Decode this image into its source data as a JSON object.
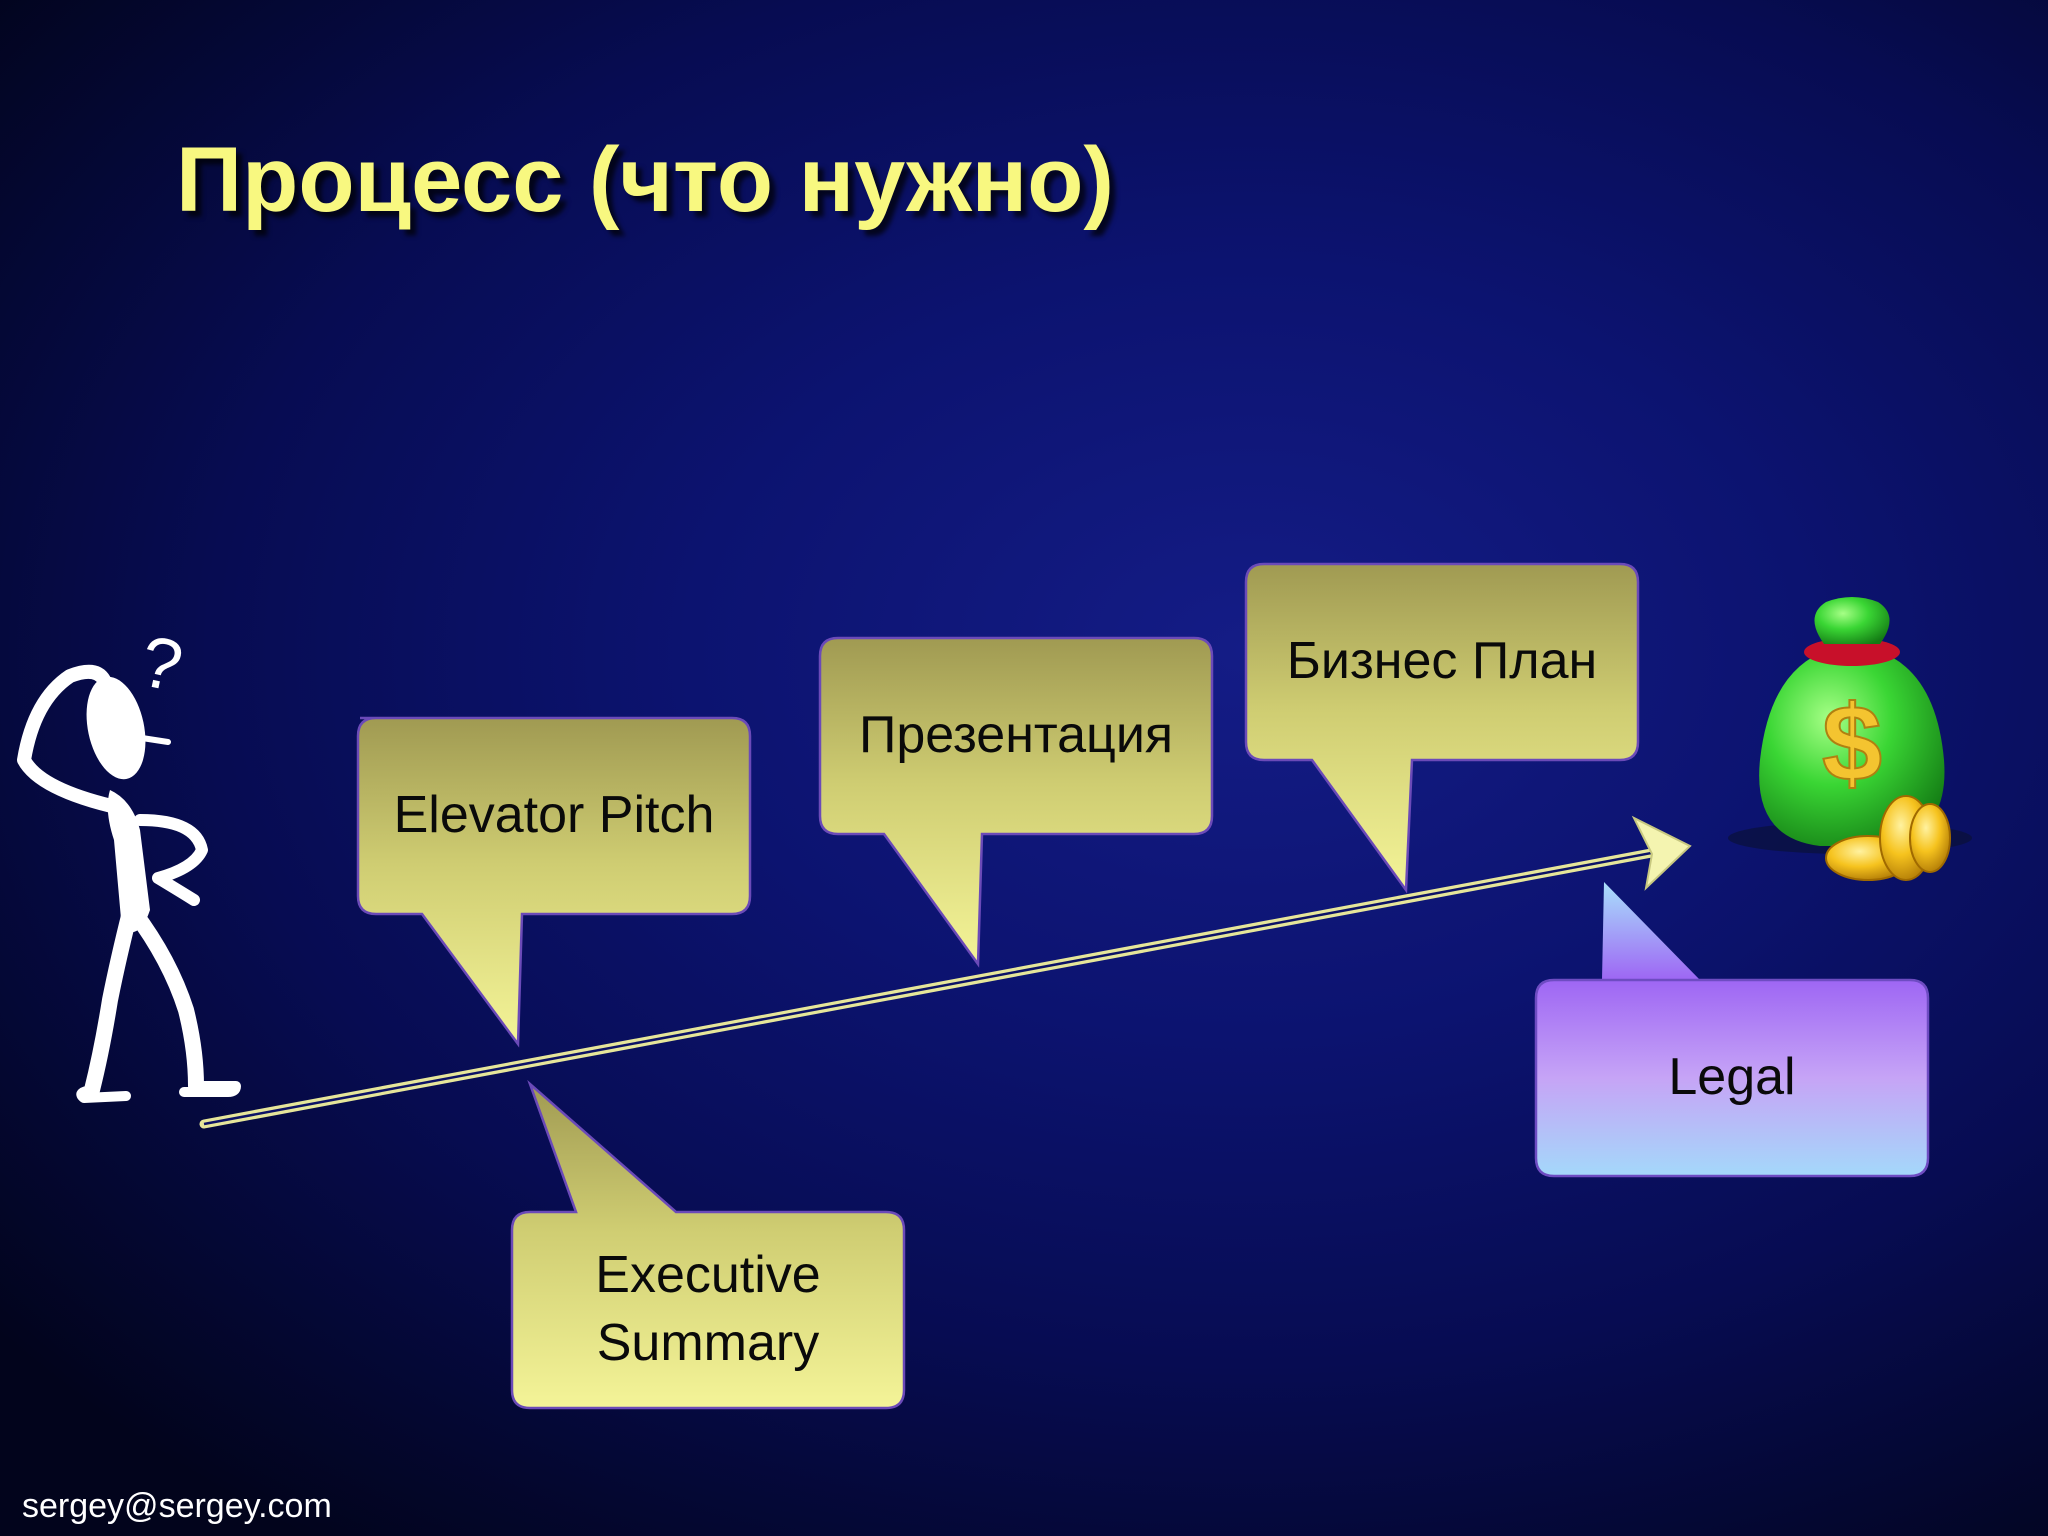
{
  "title": "Процесс (что нужно)",
  "footer": "sergey@sergey.com",
  "steps": {
    "elevator_pitch": "Elevator Pitch",
    "presentation": "Презентация",
    "business_plan": "Бизнес План",
    "legal": "Legal",
    "executive_summary": "Executive Summary"
  },
  "figure_question_mark": "?",
  "money_bag_symbol": "$",
  "colors": {
    "title": "#f8f880",
    "callout_yellow": "#d9d880",
    "callout_purple": "#9e6cf2",
    "arrow": "#f4f4b0"
  },
  "icons": [
    "thinking-person-icon",
    "money-bag-icon",
    "gold-coins-icon"
  ]
}
